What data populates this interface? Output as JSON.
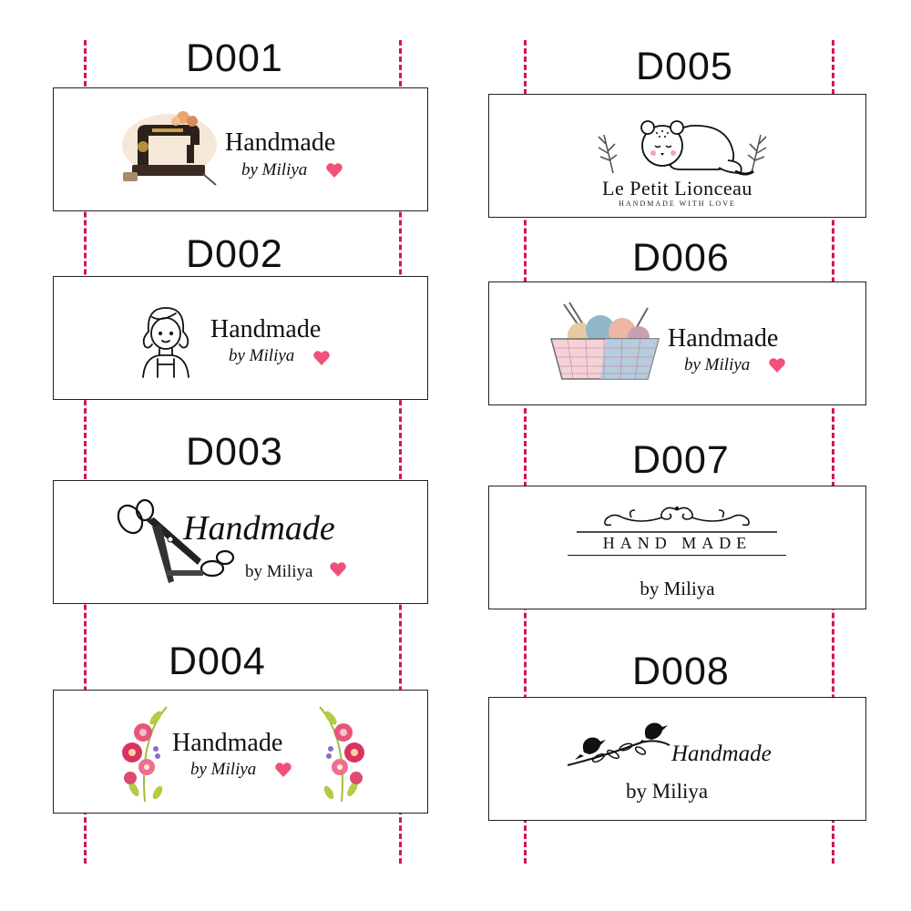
{
  "labels": [
    {
      "code": "D001",
      "title": "Handmade",
      "byline": "by Miliya",
      "art": "sewing-machine-icon"
    },
    {
      "code": "D002",
      "title": "Handmade",
      "byline": "by Miliya",
      "art": "girl-portrait-icon"
    },
    {
      "code": "D003",
      "title": "Handmade",
      "byline": "by Miliya",
      "art": "scissors-icon"
    },
    {
      "code": "D004",
      "title": "Handmade",
      "byline": "by Miliya",
      "art": "floral-wreath-icon"
    },
    {
      "code": "D005",
      "title": "Le Petit Lionceau",
      "byline": "HANDMADE WITH LOVE",
      "art": "sleeping-lion-cub-icon"
    },
    {
      "code": "D006",
      "title": "Handmade",
      "byline": "by Miliya",
      "art": "yarn-basket-icon"
    },
    {
      "code": "D007",
      "title": "HAND MADE",
      "byline": "by Miliya",
      "art": "ornamental-flourish-icon"
    },
    {
      "code": "D008",
      "title": "Handmade",
      "byline": "by Miliya",
      "art": "birds-on-branch-icon"
    }
  ],
  "colors": {
    "guide": "#d4145a",
    "heart": "#f0507a",
    "border": "#222222",
    "text": "#111111"
  }
}
